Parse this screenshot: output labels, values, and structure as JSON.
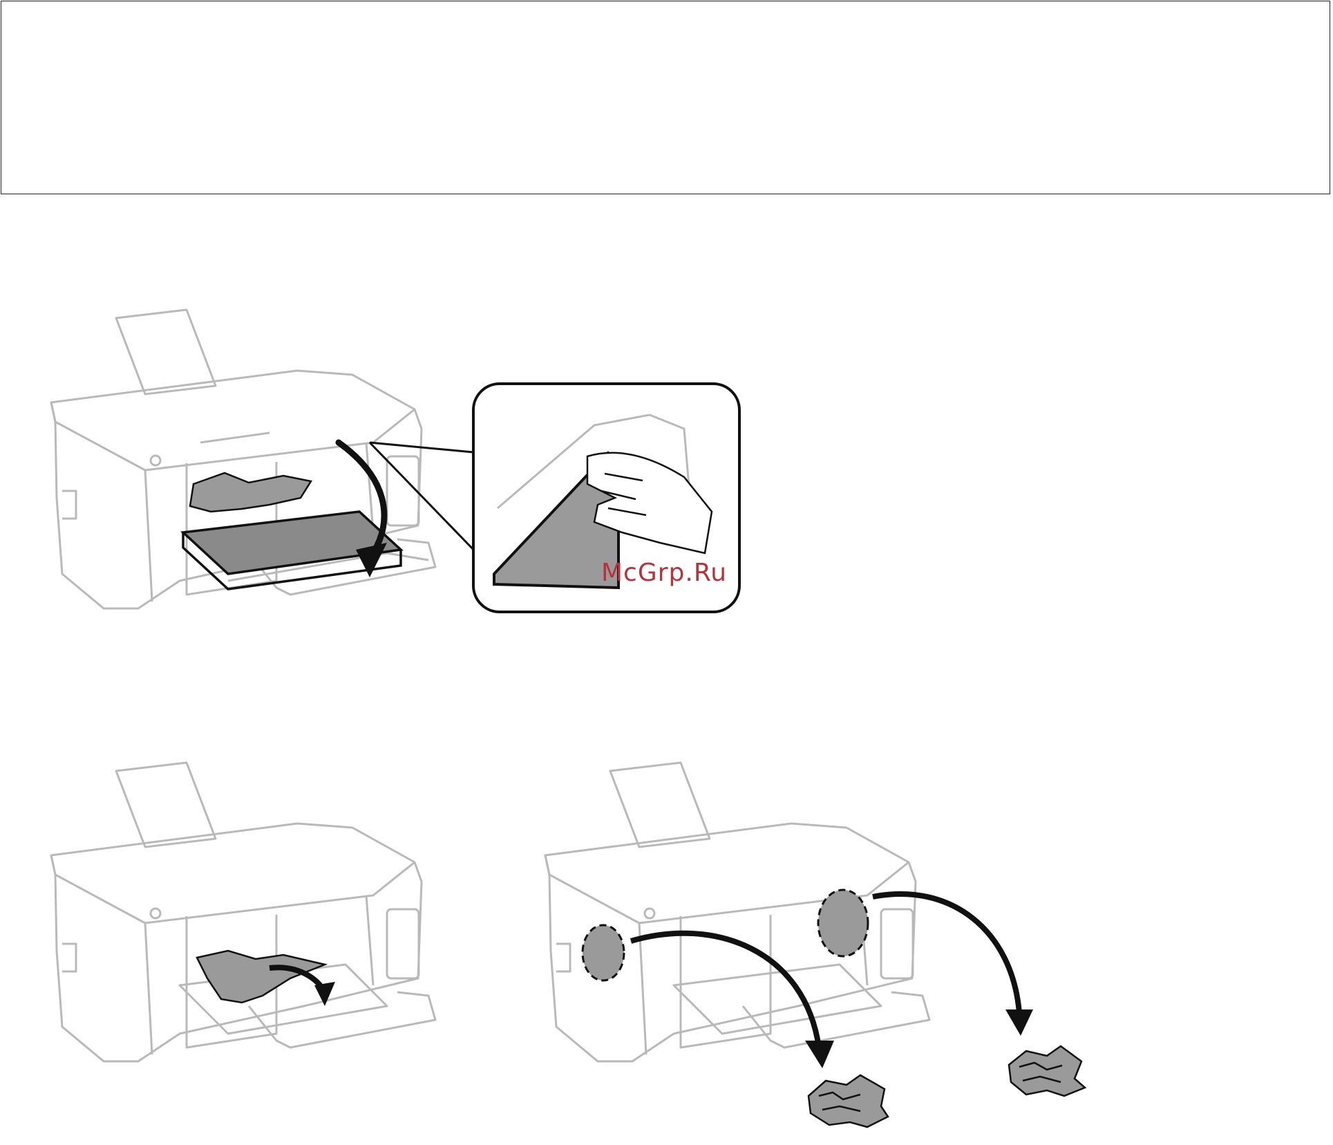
{
  "header_box": {
    "visible": true
  },
  "watermark": {
    "text": "McGrp.Ru",
    "color": "#b8323a"
  },
  "figures": [
    {
      "name": "close-inner-cover",
      "icon": "printer-cover-close-illustration"
    },
    {
      "name": "remove-jammed-paper",
      "icon": "printer-paper-removal-illustration"
    },
    {
      "name": "remove-paper-scraps",
      "icon": "printer-scrap-removal-illustration"
    }
  ],
  "colors": {
    "outline": "#b9b9b9",
    "ink": "#111111",
    "paper": "#9a9a9a"
  }
}
